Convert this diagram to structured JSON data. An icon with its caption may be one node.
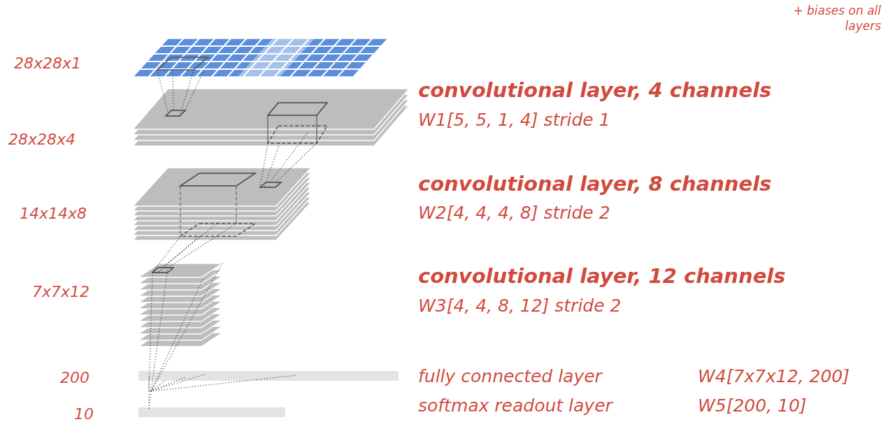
{
  "diagram": {
    "labels": [
      "+ biases on all layers",
      "28x28x1",
      "convolutional layer, 4 channels",
      "W1[5, 5, 1, 4] stride 1",
      "28x28x4",
      "convolutional layer, 8 channels",
      "W2[4, 4, 4, 8] stride 2",
      "14x14x8",
      "convolutional layer, 12 channels",
      "W3[4, 4, 8, 12] stride 2",
      "7x7x12",
      "200",
      "fully connected layer",
      "W4[7x7x12, 200]",
      "10",
      "softmax readout layer",
      "W5[200, 10]"
    ]
  }
}
